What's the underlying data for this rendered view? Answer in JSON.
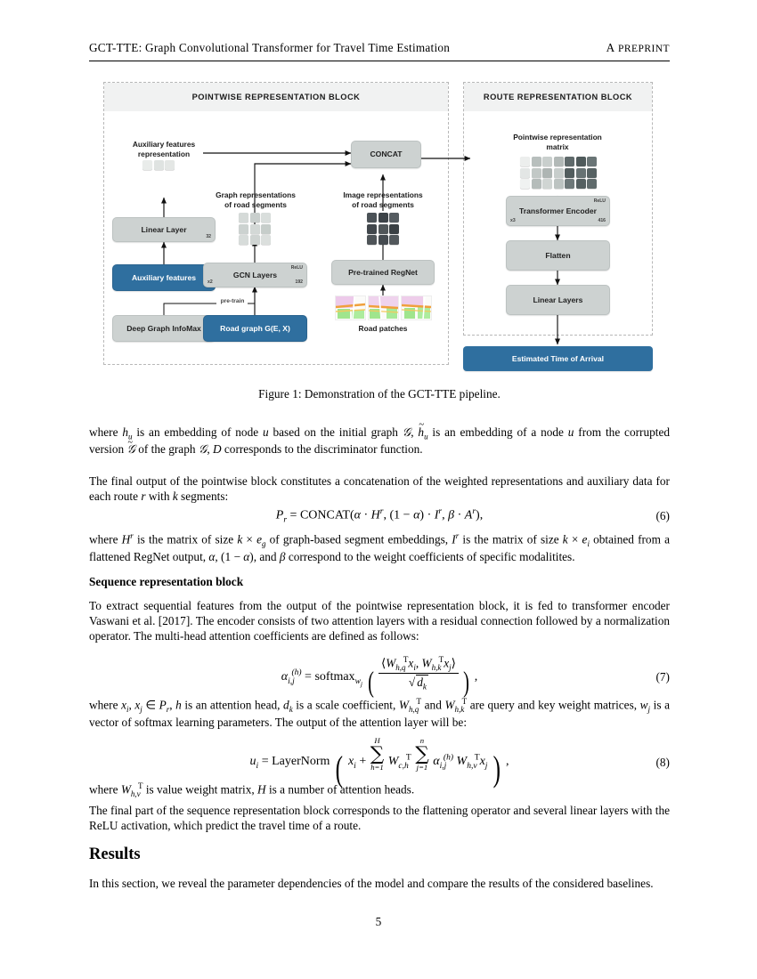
{
  "header": {
    "title": "GCT-TTE: Graph Convolutional Transformer for Travel Time Estimation",
    "preprint_a": "A",
    "preprint_label": "PREPRINT"
  },
  "figure": {
    "pointwise_block_title": "POINTWISE REPRESENTATION BLOCK",
    "route_block_title": "ROUTE REPRESENTATION BLOCK",
    "labels": {
      "auxiliary_features_representation": "Auxiliary features\nrepresentation",
      "graph_representations": "Graph representations\nof road segments",
      "image_representations": "Image representations\nof road segments",
      "road_patches": "Road patches",
      "pointwise_representation_matrix": "Pointwise representation\nmatrix",
      "pre_train": "pre-train"
    },
    "nodes": {
      "concat": "CONCAT",
      "linear_layer": "Linear Layer",
      "linear_layer_dim": "32",
      "auxiliary_features": "Auxiliary features",
      "deep_graph_infomax": "Deep Graph InfoMax",
      "gcn_layers": "GCN Layers",
      "gcn_relu": "ReLU",
      "gcn_repeat": "x2",
      "gcn_dim": "192",
      "road_graph": "Road graph G(E, X)",
      "pretrained_regnet": "Pre-trained RegNet",
      "transformer_encoder": "Transformer Encoder",
      "transformer_relu": "ReLU",
      "transformer_repeat": "x3",
      "transformer_dim": "416",
      "flatten": "Flatten",
      "linear_layers": "Linear Layers",
      "eta": "Estimated Time of Arrival"
    },
    "colors": {
      "accent_blue": "#2f6f9f",
      "node_gray": "#cdd2d1",
      "block_header_gray": "#f1f2f2",
      "dashed_border": "#b8b8b8"
    },
    "caption": "Figure 1: Demonstration of the GCT-TTE pipeline."
  },
  "body": {
    "para_where_h": "is an embedding of node",
    "para1_a": "where",
    "para1_b": "is an embedding of node",
    "para1_c": "based on the initial graph",
    "para1_d": "is an embedding of a node",
    "para1_e": "from the corrupted version",
    "para1_f": "of the graph",
    "para1_g": "corresponds to the discriminator function.",
    "para2_line1": "The final output of the pointwise block constitutes a concatenation of the weighted representations and auxiliary data",
    "para2_line2_a": "for each route",
    "para2_line2_b": "with",
    "para2_line2_c": "segments:",
    "para3_a": "where",
    "para3_b": "is the matrix of size",
    "para3_c": "of graph-based segment embeddings,",
    "para3_d": "is the matrix of size",
    "para3_e": "obtained from a flattened RegNet output,",
    "para3_f": "and",
    "para3_g": "correspond to the weight coefficients of specific modalitites.",
    "heading_sequence": "Sequence representation block",
    "para4": "To extract sequential features from the output of the pointwise representation block, it is fed to transformer encoder Vaswani et al. [2017]. The encoder consists of two attention layers with a residual connection followed by a normalization operator. The multi-head attention coefficients are defined as follows:",
    "para5_a": "where",
    "para5_b": "is an attention head,",
    "para5_c": "is a scale coefficient,",
    "para5_d": "and",
    "para5_e": "are query and key weight matrices,",
    "para5_f": "is a vector of softmax learning parameters. The output of the attention layer will be:",
    "para6_a": "where",
    "para6_b": "is value weight matrix,",
    "para6_c": "is a number of attention heads.",
    "para7": "The final part of the sequence representation block corresponds to the flattening operator and several linear layers with the ReLU activation, which predict the travel time of a route.",
    "heading_results": "Results",
    "para8": "In this section, we reveal the parameter dependencies of the model and compare the results of the considered baselines.",
    "page_number": "5"
  },
  "equations": {
    "eq6_number": "(6)",
    "eq7_number": "(7)",
    "eq8_number": "(8)",
    "eq6_text": "P_r = CONCAT(alpha · H^r, (1 - alpha) · I^r, beta · A^r),",
    "eq7_text": "alpha_{i,j}^{(h)} = softmax_{w_j} ( <W_{h,q}^T x_i, W_{h,k}^T x_j> / sqrt(d_k) ),",
    "eq8_text": "u_i = LayerNorm ( x_i + sum_{h=1}^{H} W_{c,h}^T sum_{j=1}^{n} alpha_{i,j}^{(h)} W_{h,v}^T x_j ),"
  },
  "matrices": {
    "aux_representation_cells": [
      "#e9ecea",
      "#dfe3e1",
      "#e4e7e5"
    ],
    "graph_cells": [
      "#d5dad8",
      "#c9cfcd",
      "#d9dedc",
      "#ccd2d0",
      "#d3d8d6",
      "#c6cdca",
      "#d7dcda",
      "#cfd4d2",
      "#dbdfdd"
    ],
    "image_cells": [
      "#4b5257",
      "#3d4348",
      "#555c61",
      "#41474c",
      "#505659",
      "#3a4044",
      "#4e5458",
      "#454b50",
      "#52585c"
    ],
    "pointwise_matrix_cells": [
      "#eceeed",
      "#b8bfbd",
      "#c9cfcd",
      "#b2b9b7",
      "#5f6a6b",
      "#4f5a5b",
      "#6a7576",
      "#e3e6e5",
      "#c2c8c6",
      "#aeb5b3",
      "#c7cdcb",
      "#525d5e",
      "#677273",
      "#576263",
      "#f0f2f1",
      "#b5bcba",
      "#d0d5d3",
      "#bcc3c1",
      "#6d7879",
      "#556061",
      "#606b6c"
    ]
  }
}
